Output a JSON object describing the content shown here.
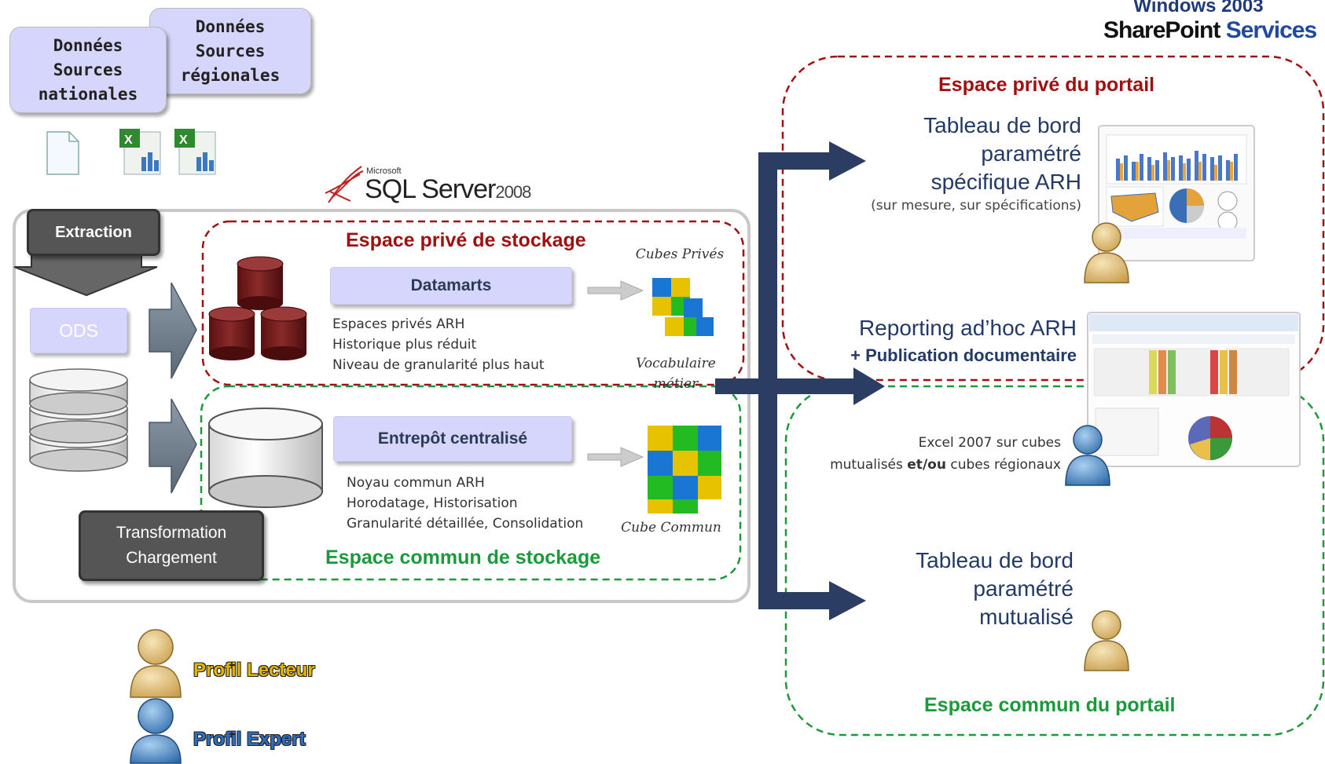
{
  "header": {
    "line1": "Windows 2003",
    "line2a": "SharePoint",
    "line2b": "Services"
  },
  "sources": {
    "national": "Données\nSources\nnationales",
    "regional": "Données\nSources\nrégionales"
  },
  "sqlserver": {
    "brand": "Microsoft",
    "name": "SQL Server",
    "version": "2008"
  },
  "etl": {
    "extraction": "Extraction",
    "ods": "ODS",
    "transform_line1": "Transformation",
    "transform_line2": "Chargement"
  },
  "private_storage": {
    "title": "Espace privé de stockage",
    "box": "Datamarts",
    "items": [
      "Espaces privés ARH",
      "Historique plus réduit",
      "Niveau de granularité plus haut"
    ],
    "cube_label": "Cubes Privés",
    "vocab_line1": "Vocabulaire",
    "vocab_line2": "métier"
  },
  "common_storage": {
    "title": "Espace commun de stockage",
    "box": "Entrepôt centralisé",
    "items": [
      "Noyau commun ARH",
      "Horodatage, Historisation",
      "Granularité détaillée, Consolidation"
    ],
    "cube_label": "Cube Commun"
  },
  "portal": {
    "private_title": "Espace privé du portail",
    "common_title": "Espace commun du portail",
    "dash_specific": {
      "line1": "Tableau de bord",
      "line2": "paramétré",
      "line3": "spécifique ARH",
      "note": "(sur mesure, sur spécifications)"
    },
    "reporting": {
      "line1": "Reporting ad’hoc ARH",
      "line2": "+ Publication documentaire"
    },
    "excel": {
      "line1": "Excel 2007 sur cubes",
      "line2_a": "mutualisés ",
      "line2_b": "et/ou",
      "line2_c": " cubes régionaux"
    },
    "dash_common": {
      "line1": "Tableau de bord",
      "line2": "paramétré",
      "line3": "mutualisé"
    }
  },
  "legend": {
    "reader": "Profil Lecteur",
    "expert": "Profil Expert"
  },
  "colors": {
    "navy": "#2b3d63",
    "red_dash": "#a01010",
    "green_dash": "#1a9a3a",
    "purple_box": "#d6d5fb",
    "reader_yellow": "#d8b66a",
    "reader_text": "#e2b400",
    "expert_blue": "#4a85c0",
    "expert_text": "#2e6fc6",
    "maroon": "#7a1a1a"
  }
}
